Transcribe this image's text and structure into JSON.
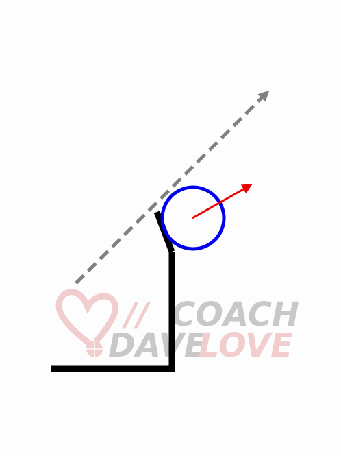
{
  "watermark": {
    "slashes": "//",
    "word1": "COACH",
    "word2": "DAVE",
    "word3": "LOVE",
    "gray_color": "#c8c8c8",
    "pink_color": "#f2cdcd",
    "icon": "heart-basketball-logo"
  },
  "colors": {
    "ball": "#0000ee",
    "velocity_arrow": "#ee0000",
    "trajectory": "#808080",
    "player": "#000000"
  },
  "icons": {
    "ball": "circle-ball-icon",
    "velocity": "arrow-icon",
    "trajectory": "dashed-arrow-icon"
  }
}
